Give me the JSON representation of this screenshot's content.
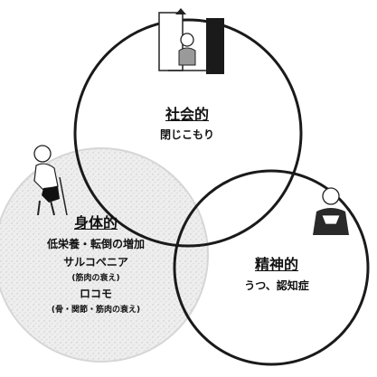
{
  "social": {
    "heading": "社会的",
    "lines": [
      "閉じこもり"
    ]
  },
  "physical": {
    "heading": "身体的",
    "lines": [
      {
        "text": "低栄養・転倒の増加",
        "kind": "item"
      },
      {
        "text": "サルコペニア",
        "kind": "item"
      },
      {
        "text": "(筋肉の衰え)",
        "kind": "sub"
      },
      {
        "text": "ロコモ",
        "kind": "item"
      },
      {
        "text": "(骨・関節・筋肉の衰え)",
        "kind": "sub"
      }
    ]
  },
  "mental": {
    "heading": "精神的",
    "lines": [
      "うつ、認知症"
    ]
  },
  "colors": {
    "social_outline": "#1a1a1a",
    "mental_outline": "#1a1a1a",
    "physical_fill": "#e8e8e8",
    "physical_outline": "#d0d0d0"
  },
  "icons": {
    "social": "person-at-door-icon",
    "physical": "walking-elderly-person-icon",
    "mental": "worried-person-icon"
  }
}
